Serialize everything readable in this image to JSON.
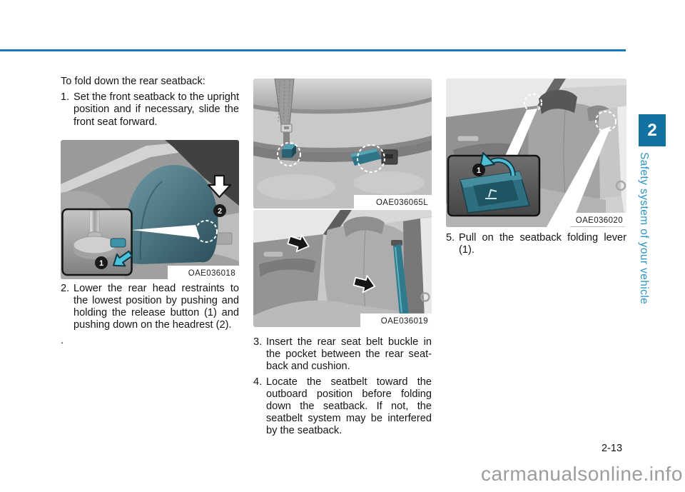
{
  "colors": {
    "header_rule_blue": "#1878ba",
    "chapter_badge_blue": "#1273a2",
    "sidebar_text_blue": "#2e95c6",
    "callout_teal": "#4cc1da"
  },
  "intro": "To fold down the rear seatback:",
  "steps": [
    {
      "num": "1.",
      "text": "Set the front seatback to the upright position and if necessary, slide the front seat forward."
    },
    {
      "num": "2.",
      "text": "Lower the rear head restraints to the lowest position by pushing and holding the release button (1) and pushing down on the headrest (2)."
    },
    {
      "num": "3.",
      "text": "Insert the rear seat belt buckle in the pocket between the rear seat-back and cushion."
    },
    {
      "num": "4.",
      "text": "Locate the seatbelt toward the outboard position before folding down the seatback. If not, the seatbelt system may be interfered by the seatback."
    },
    {
      "num": "5.",
      "text": "Pull on the seatback folding lever (1)."
    }
  ],
  "stray_dot": ".",
  "figures": {
    "fig1": {
      "caption": "OAE036018",
      "callout_button": "1",
      "callout_headrest": "2"
    },
    "fig2": {
      "caption": "OAE036065L"
    },
    "fig3": {
      "caption": "OAE036019"
    },
    "fig4": {
      "caption": "OAE036020",
      "callout_lever": "1"
    }
  },
  "sidebar": {
    "chapter_number": "2",
    "title": "Safety system of your vehicle"
  },
  "footer": {
    "page_number": "2-13",
    "watermark": "carmanualsonline.info"
  }
}
